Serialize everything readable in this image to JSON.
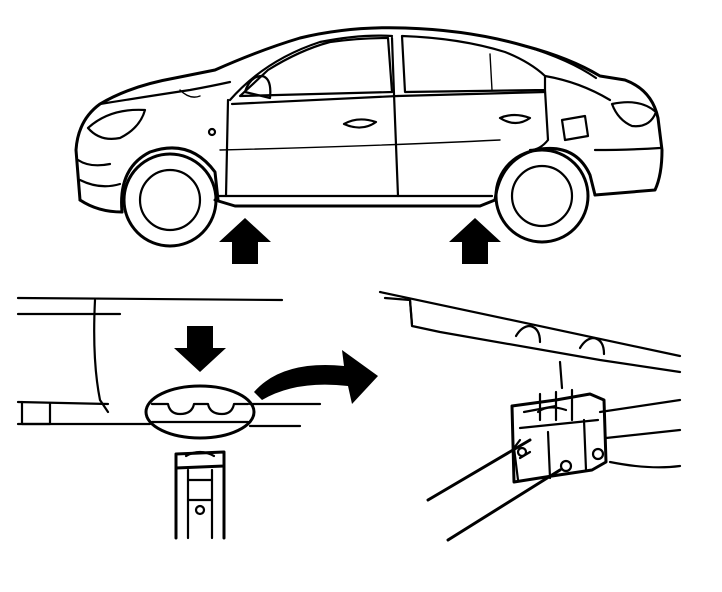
{
  "figure": {
    "description_text": "",
    "ink_color": "#000000",
    "paper_color": "#ffffff",
    "panels": [
      {
        "id": "car-side-view",
        "icons": [
          "car-body-icon",
          "up-arrow-icon",
          "up-arrow-icon"
        ]
      },
      {
        "id": "jack-point-closeup",
        "icons": [
          "down-arrow-icon",
          "sill-notch-icon",
          "jack-head-icon"
        ]
      },
      {
        "id": "jack-engaged-detail",
        "icons": [
          "curved-arrow-icon",
          "jack-saddle-icon"
        ]
      }
    ]
  }
}
